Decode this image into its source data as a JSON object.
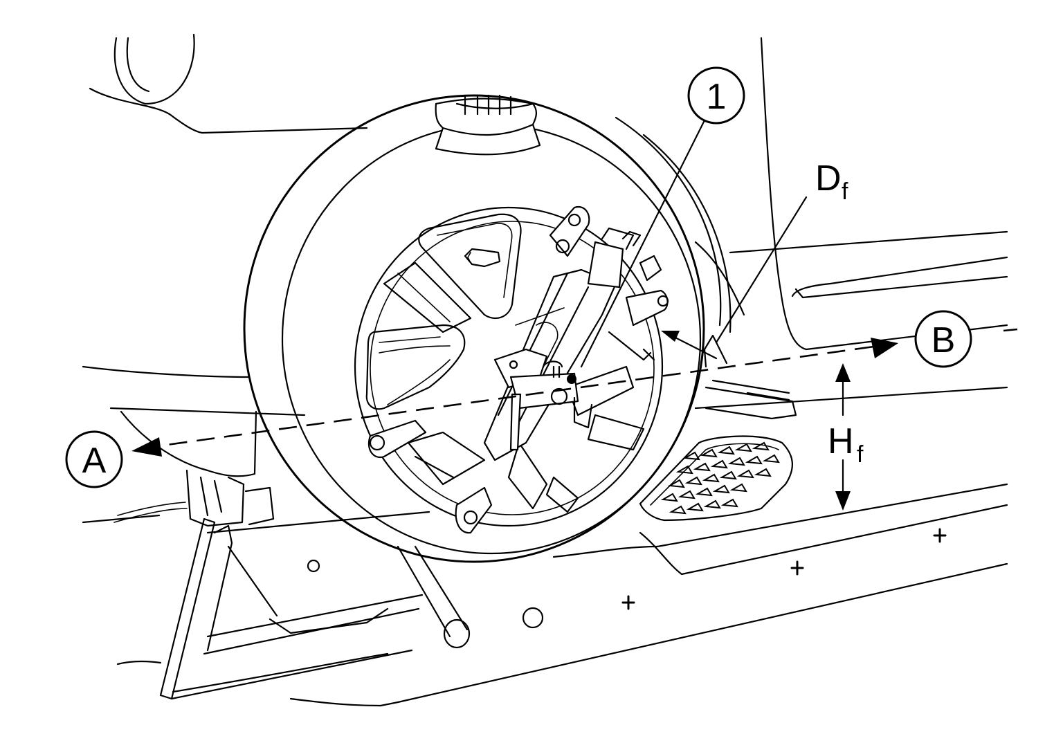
{
  "labels": {
    "callout_1": "1",
    "point_a": "A",
    "point_b": "B",
    "d_main": "D",
    "d_sub": "f",
    "h_main": "H",
    "h_sub": "f"
  },
  "colors": {
    "line": "#000000",
    "background": "#ffffff"
  }
}
